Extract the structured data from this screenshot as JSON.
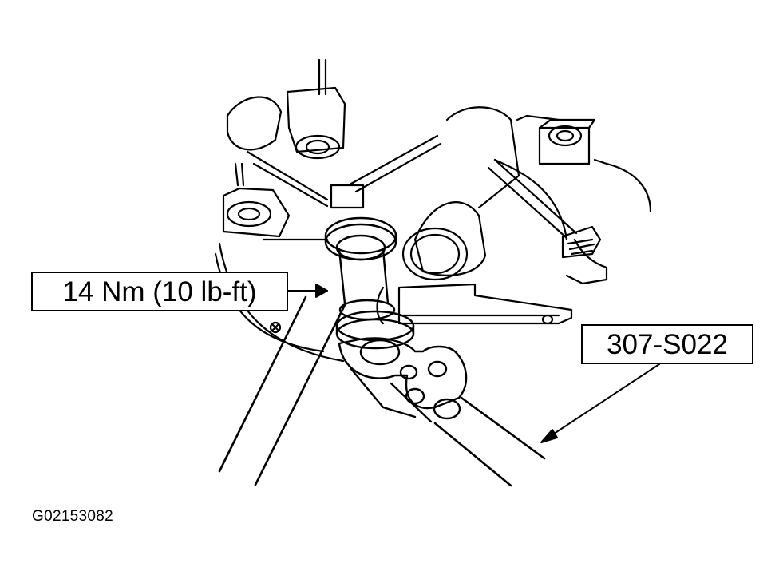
{
  "callouts": {
    "torque": "14 Nm (10 lb-ft)",
    "tool": "307-S022"
  },
  "figure_id": "G02153082",
  "colors": {
    "ink": "#000000",
    "paper": "#ffffff"
  }
}
